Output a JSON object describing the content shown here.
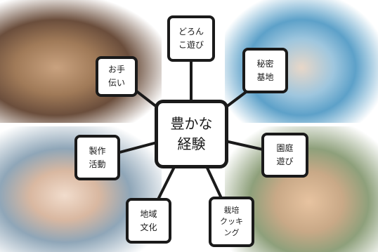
{
  "diagram": {
    "center": "豊かな\n経験",
    "nodes": {
      "doronko": "どろん\nこ遊び",
      "otetsudai": "お手\n伝い",
      "himitsu": "秘密\n基地",
      "seisaku": "製作\n活動",
      "teien": "園庭\n遊び",
      "chiiki": "地域\n文化",
      "saibai": "栽培\nクッキ\nング"
    },
    "colors": {
      "line": "#1a1a1a",
      "box_fill": "#ffffff"
    }
  }
}
